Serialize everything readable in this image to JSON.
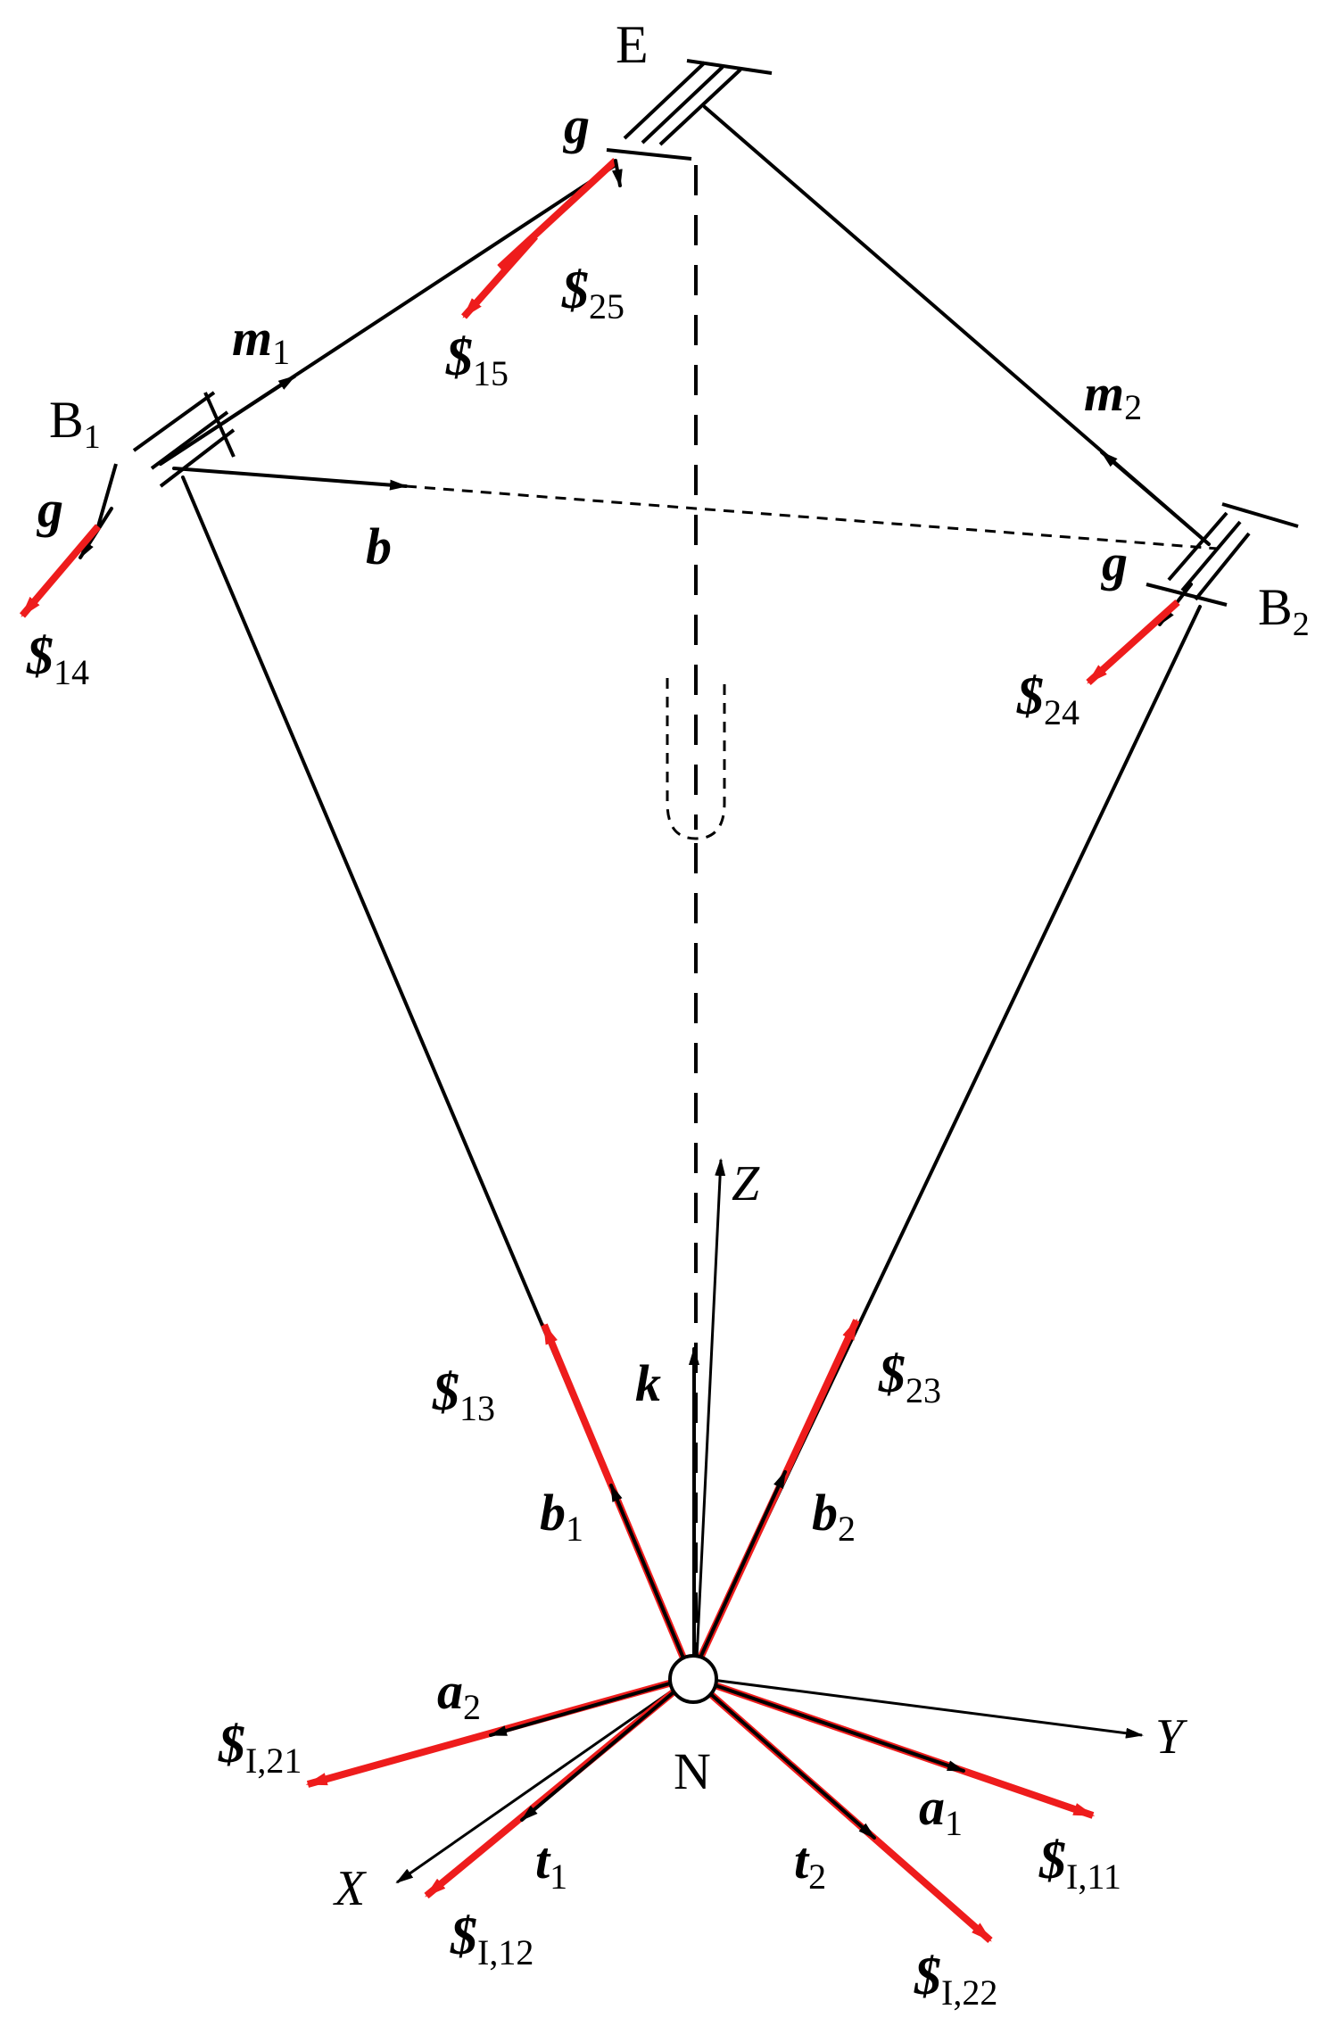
{
  "colors": {
    "line": "#000000",
    "screw": "#ee1c1c"
  },
  "points": {
    "E": "E",
    "B1": "B",
    "B1_sub": "1",
    "B2": "B",
    "B2_sub": "2",
    "N": "N"
  },
  "axes": {
    "X": "X",
    "Y": "Y",
    "Z": "Z"
  },
  "vectors": {
    "g": "g",
    "m": "m",
    "m1_sub": "1",
    "m2_sub": "2",
    "b": "b",
    "b1_sub": "1",
    "b2_sub": "2",
    "k": "k",
    "a": "a",
    "a1_sub": "1",
    "a2_sub": "2",
    "t": "t",
    "t1_sub": "1",
    "t2_sub": "2"
  },
  "screws": {
    "symbol": "$",
    "s25": "25",
    "s15": "15",
    "s14": "14",
    "s24": "24",
    "s13": "13",
    "s23": "23",
    "sI21": "I,21",
    "sI12": "I,12",
    "sI11": "I,11",
    "sI22": "I,22"
  }
}
